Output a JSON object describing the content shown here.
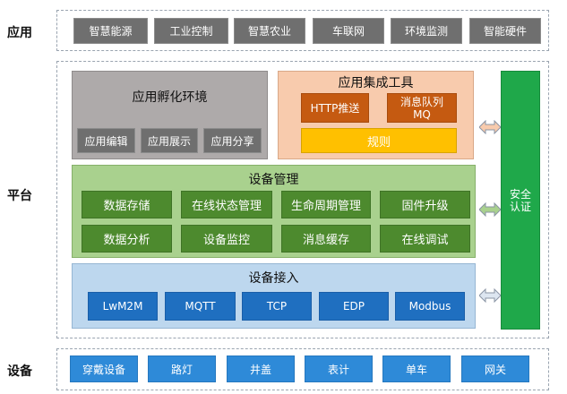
{
  "layers": {
    "app": "应用",
    "platform": "平台",
    "device": "设备"
  },
  "app_items": [
    "智慧能源",
    "工业控制",
    "智慧农业",
    "车联网",
    "环境监测",
    "智能硬件"
  ],
  "incubator": {
    "title": "应用孵化环境",
    "items": [
      "应用编辑",
      "应用展示",
      "应用分享"
    ]
  },
  "integration": {
    "title": "应用集成工具",
    "items": [
      "HTTP推送",
      "消息队列\nMQ"
    ],
    "rules": "规则"
  },
  "security": "安全\n认证",
  "device_mgmt": {
    "title": "设备管理",
    "items": [
      "数据存储",
      "在线状态管理",
      "生命周期管理",
      "固件升级",
      "数据分析",
      "设备监控",
      "消息缓存",
      "在线调试"
    ]
  },
  "device_access": {
    "title": "设备接入",
    "items": [
      "LwM2M",
      "MQTT",
      "TCP",
      "EDP",
      "Modbus"
    ]
  },
  "devices": [
    "穿戴设备",
    "路灯",
    "井盖",
    "表计",
    "单车",
    "网关"
  ],
  "colors": {
    "incubator_bg": "#aeaaaa",
    "integration_bg": "#f8cbad",
    "rules_bg": "#ffc000",
    "mgmt_bg": "#a9d18e",
    "access_bg": "#bdd7ee",
    "security_bg": "#1fa84a",
    "arrow_fill": "#dde6f1"
  }
}
